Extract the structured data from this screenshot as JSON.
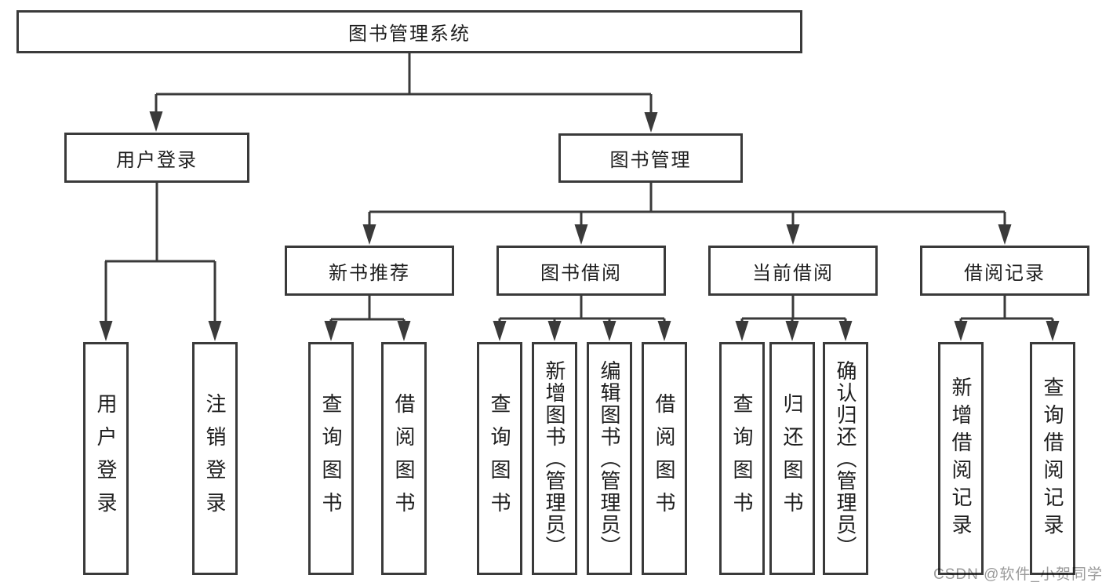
{
  "diagram": {
    "title": "图书管理系统",
    "tree": {
      "root": {
        "label": "图书管理系统",
        "children": [
          {
            "label": "用户登录",
            "children": [
              {
                "label": "用户登录"
              },
              {
                "label": "注销登录"
              }
            ]
          },
          {
            "label": "图书管理",
            "children": [
              {
                "label": "新书推荐",
                "children": [
                  {
                    "label": "查询图书"
                  },
                  {
                    "label": "借阅图书"
                  }
                ]
              },
              {
                "label": "图书借阅",
                "children": [
                  {
                    "label": "查询图书"
                  },
                  {
                    "label": "新增图书（管理员）"
                  },
                  {
                    "label": "编辑图书（管理员）"
                  },
                  {
                    "label": "借阅图书"
                  }
                ]
              },
              {
                "label": "当前借阅",
                "children": [
                  {
                    "label": "查询图书"
                  },
                  {
                    "label": "归还图书"
                  },
                  {
                    "label": "确认归还（管理员）"
                  }
                ]
              },
              {
                "label": "借阅记录",
                "children": [
                  {
                    "label": "新增借阅记录"
                  },
                  {
                    "label": "查询借阅记录"
                  }
                ]
              }
            ]
          }
        ]
      }
    },
    "colors": {
      "line": "#3a3a3a",
      "text": "#1e1e1e",
      "watermark": "#9a9a9a",
      "background": "#ffffff"
    }
  },
  "watermark": {
    "text": "CSDN @软件_小贺同学"
  }
}
